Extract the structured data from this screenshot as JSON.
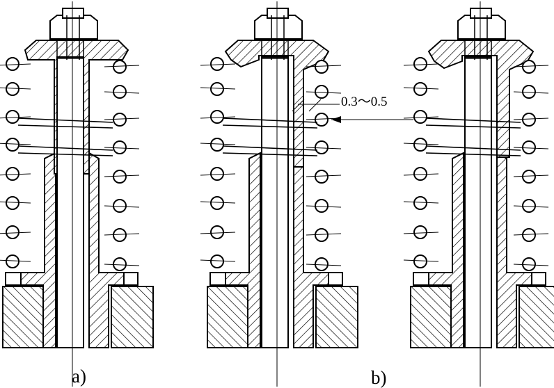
{
  "figure": {
    "panels": [
      {
        "id": "a",
        "caption": "a)"
      },
      {
        "id": "b",
        "caption": "b)"
      },
      {
        "id": "c",
        "caption": ""
      }
    ],
    "dimension_label": "0.3～0.5",
    "colors": {
      "ink": "#000000",
      "paper": "#ffffff"
    }
  }
}
